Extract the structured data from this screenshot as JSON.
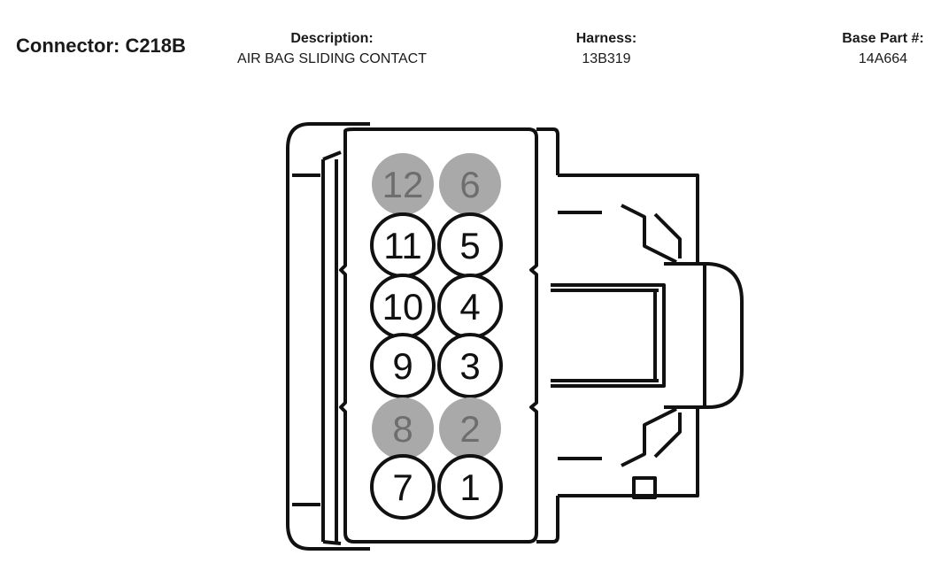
{
  "connector": {
    "label": "Connector: C218B"
  },
  "description": {
    "label": "Description:",
    "value": "AIR BAG SLIDING CONTACT"
  },
  "harness": {
    "label": "Harness:",
    "value": "13B319"
  },
  "base_part": {
    "label": "Base Part #:",
    "value": "14A664"
  },
  "colors": {
    "outline": "#111111",
    "pin_empty_fill": "#a9a9a9",
    "pin_empty_text": "#6e6e6e",
    "pin_fill": "#ffffff"
  },
  "pins": [
    {
      "number": "12",
      "populated": false
    },
    {
      "number": "6",
      "populated": false
    },
    {
      "number": "11",
      "populated": true
    },
    {
      "number": "5",
      "populated": true
    },
    {
      "number": "10",
      "populated": true
    },
    {
      "number": "4",
      "populated": true
    },
    {
      "number": "9",
      "populated": true
    },
    {
      "number": "3",
      "populated": true
    },
    {
      "number": "8",
      "populated": false
    },
    {
      "number": "2",
      "populated": false
    },
    {
      "number": "7",
      "populated": true
    },
    {
      "number": "1",
      "populated": true
    }
  ]
}
